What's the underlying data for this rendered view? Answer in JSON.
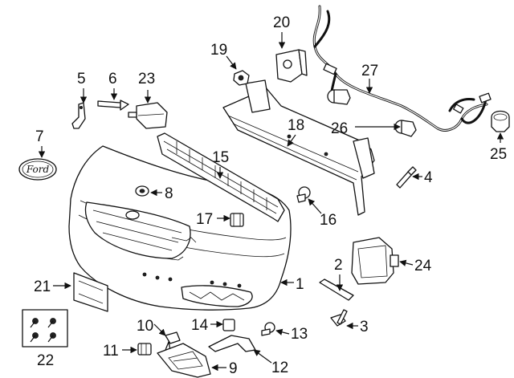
{
  "callouts": [
    {
      "id": "c1",
      "label": "1"
    },
    {
      "id": "c2",
      "label": "2"
    },
    {
      "id": "c3",
      "label": "3"
    },
    {
      "id": "c4",
      "label": "4"
    },
    {
      "id": "c5",
      "label": "5"
    },
    {
      "id": "c6",
      "label": "6"
    },
    {
      "id": "c7",
      "label": "7"
    },
    {
      "id": "c8",
      "label": "8"
    },
    {
      "id": "c9",
      "label": "9"
    },
    {
      "id": "c10",
      "label": "10"
    },
    {
      "id": "c11",
      "label": "11"
    },
    {
      "id": "c12",
      "label": "12"
    },
    {
      "id": "c13",
      "label": "13"
    },
    {
      "id": "c14",
      "label": "14"
    },
    {
      "id": "c15",
      "label": "15"
    },
    {
      "id": "c16",
      "label": "16"
    },
    {
      "id": "c17",
      "label": "17"
    },
    {
      "id": "c18",
      "label": "18"
    },
    {
      "id": "c19",
      "label": "19"
    },
    {
      "id": "c20",
      "label": "20"
    },
    {
      "id": "c21",
      "label": "21"
    },
    {
      "id": "c22",
      "label": "22"
    },
    {
      "id": "c23",
      "label": "23"
    },
    {
      "id": "c24",
      "label": "24"
    },
    {
      "id": "c25",
      "label": "25"
    },
    {
      "id": "c26",
      "label": "26"
    },
    {
      "id": "c27",
      "label": "27"
    }
  ],
  "emblem": {
    "text": "Ford"
  }
}
